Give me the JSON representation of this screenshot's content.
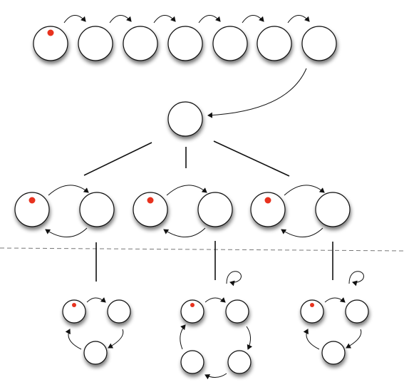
{
  "diagram": {
    "description_text": "",
    "colors": {
      "background": "#ffffff",
      "node_fill": "#ffffff",
      "node_stroke": "#111111",
      "shadow": "#000000",
      "marker": "#e8321e",
      "line": "#111111",
      "dashed_separator": "#777777"
    },
    "icons": {
      "node": "circle-node-icon",
      "marker": "red-dot-marker-icon",
      "arrow": "curved-arrow-icon",
      "self_loop": "self-loop-arrow-icon"
    },
    "structure": {
      "top_chain_nodes": 7,
      "top_chain_marked_index": 0,
      "pair_groups": 3,
      "bottom_cycles": [
        3,
        4,
        3
      ],
      "self_loops_on_bottom_groups": [
        false,
        true,
        true
      ]
    }
  }
}
